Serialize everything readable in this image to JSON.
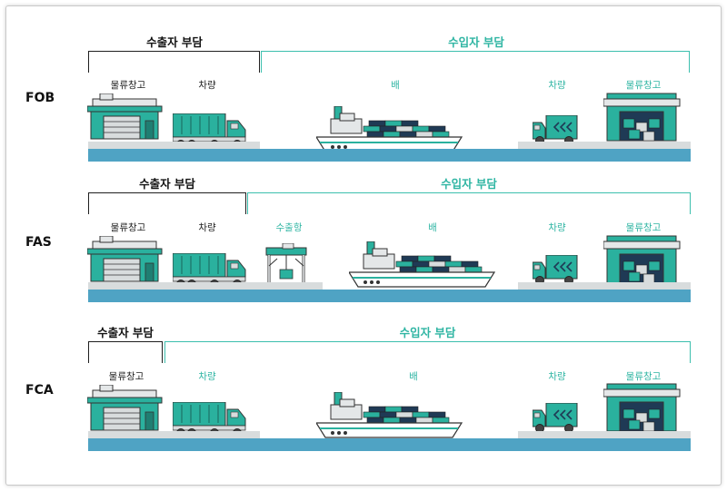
{
  "rows": [
    {
      "term": "FOB",
      "exporter_label": "수출자 부담",
      "importer_label": "수입자 부담",
      "stages": [
        "물류창고",
        "차량",
        "배",
        "차량",
        "물류창고"
      ]
    },
    {
      "term": "FAS",
      "exporter_label": "수출자 부담",
      "importer_label": "수입자 부담",
      "stages": [
        "물류창고",
        "차량",
        "수출항",
        "배",
        "차량",
        "물류창고"
      ]
    },
    {
      "term": "FCA",
      "exporter_label": "수출자 부담",
      "importer_label": "수입자 부담",
      "stages": [
        "물류창고",
        "차량",
        "배",
        "차량",
        "물류창고"
      ]
    }
  ],
  "colors": {
    "exporter": "#1f1f1f",
    "importer": "#3cbfae",
    "sea": "#4fa3c4",
    "ground": "#d8dcdd",
    "teal": "#2ab19e"
  }
}
